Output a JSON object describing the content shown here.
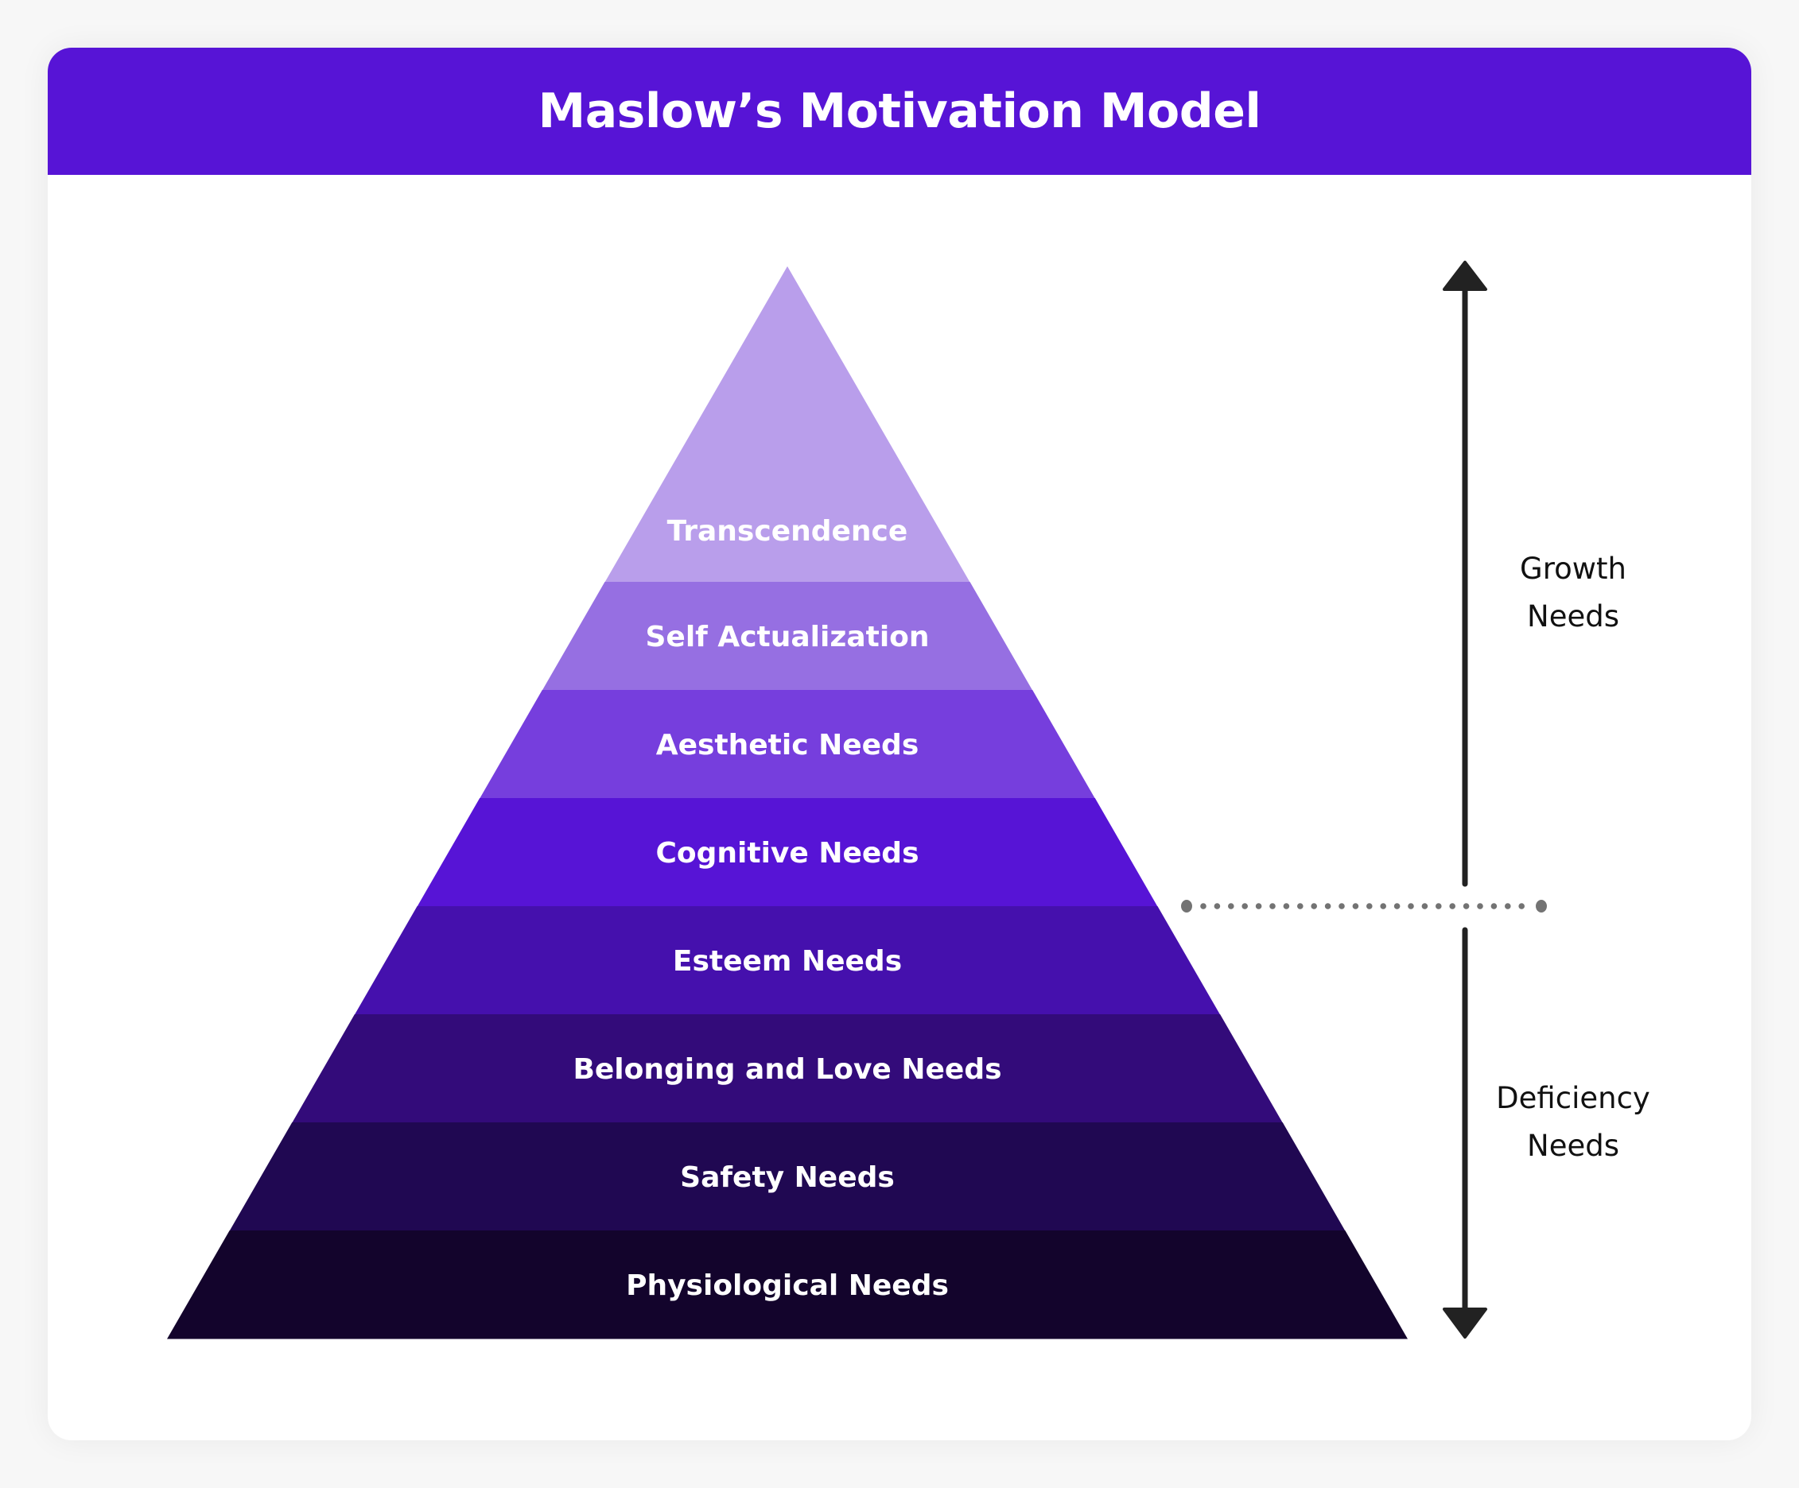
{
  "header": {
    "title": "Maslow’s Motivation Model",
    "background": "#5714d6"
  },
  "pyramid": {
    "layers": [
      {
        "label": "Transcendence",
        "color": "#b99eeb"
      },
      {
        "label": "Self Actualization",
        "color": "#966fe2"
      },
      {
        "label": "Aesthetic Needs",
        "color": "#763edd"
      },
      {
        "label": "Cognitive Needs",
        "color": "#5714d6"
      },
      {
        "label": "Esteem Needs",
        "color": "#4510ad"
      },
      {
        "label": "Belonging and Love Needs",
        "color": "#330b7a"
      },
      {
        "label": "Safety Needs",
        "color": "#200852"
      },
      {
        "label": "Physiological Needs",
        "color": "#13042c"
      }
    ]
  },
  "annotations": {
    "growth": {
      "line1": "Growth",
      "line2": "Needs",
      "covers_layers": 4
    },
    "deficiency": {
      "line1": "Deficiency",
      "line2": "Needs",
      "covers_layers": 4
    },
    "arrow_color": "#222222",
    "divider_color": "#737373"
  }
}
